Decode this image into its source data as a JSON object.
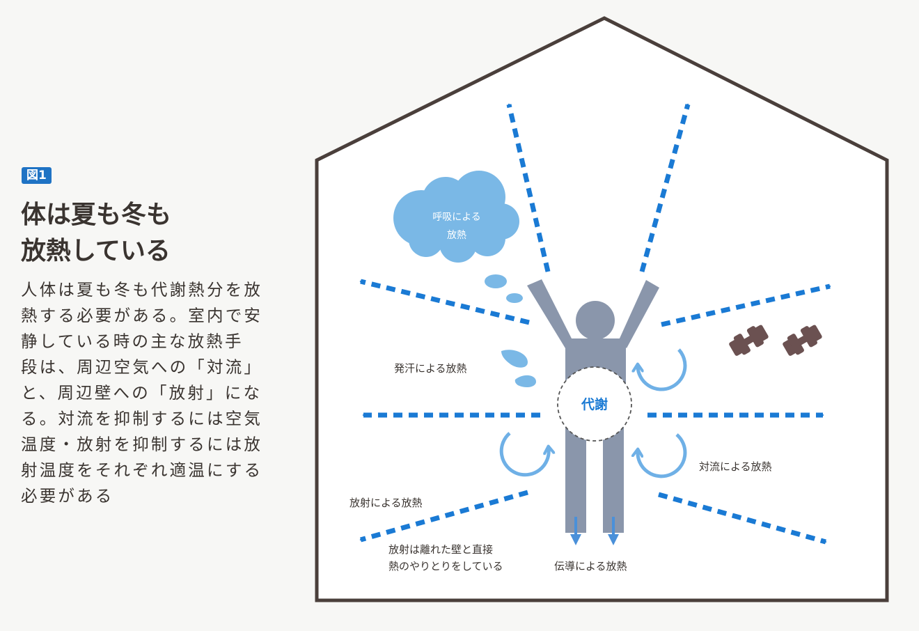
{
  "figure": {
    "badge": "図1",
    "title_lines": [
      "体は夏も冬も",
      "放熱している"
    ],
    "description_lines": [
      "人体は夏も冬も代謝熱分を放",
      "熱する必要がある。室内で安",
      "静している時の主な放熱手",
      "段は、周辺空気への「対流」",
      "と、周辺壁への「放射」にな",
      "る。対流を抑制するには空気",
      "温度・放射を抑制するには放",
      "射温度をそれぞれ適温にする",
      "必要がある"
    ]
  },
  "diagram": {
    "cloud_label_lines": [
      "呼吸による",
      "放熱"
    ],
    "metabolism_label": "代謝",
    "sweat_label": "発汗による放熱",
    "convection_label": "対流による放熱",
    "radiation_label": "放射による放熱",
    "radiation_note_lines": [
      "放射は離れた壁と直接",
      "熱のやりとりをしている"
    ],
    "conduction_label": "伝導による放熱",
    "colors": {
      "arrow_blue": "#1a7ad4",
      "cloud_blue": "#7ab8e6",
      "figure_gray": "#8a96ab",
      "house_outline": "#4a3f3b",
      "dumbbell": "#6b5151"
    }
  }
}
